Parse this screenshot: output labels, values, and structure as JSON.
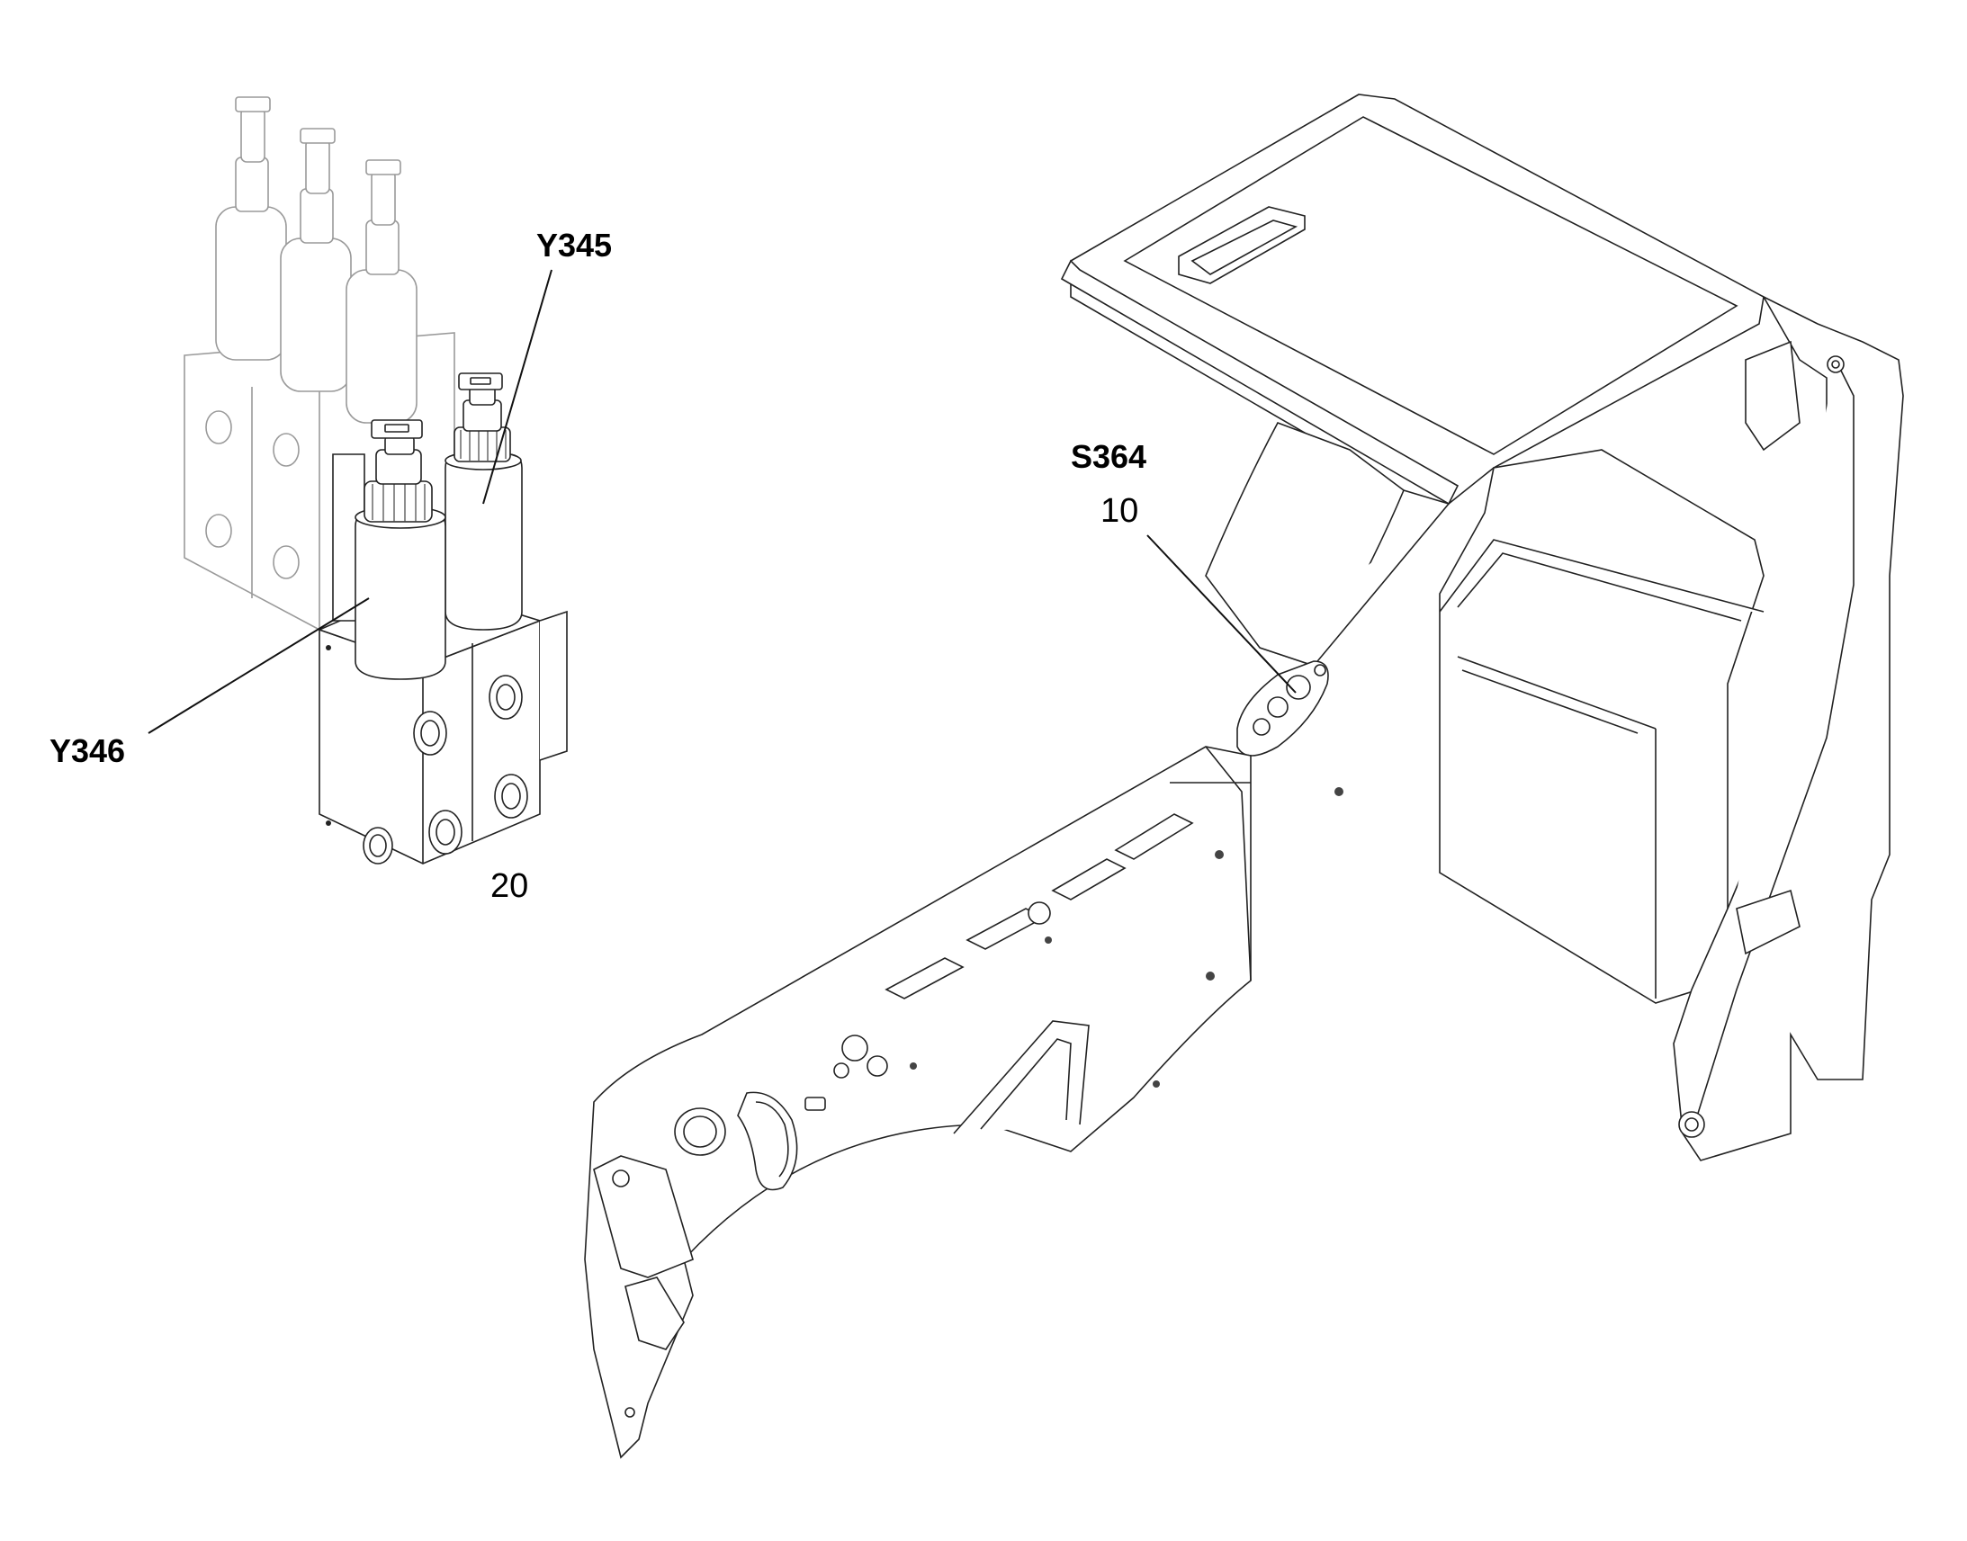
{
  "labels": {
    "y345": "Y345",
    "y346": "Y346",
    "s364": "S364",
    "item_10": "10",
    "item_20": "20"
  },
  "colors": {
    "line": "#111111",
    "ghost": "#9a9a9a",
    "background": "#ffffff"
  }
}
